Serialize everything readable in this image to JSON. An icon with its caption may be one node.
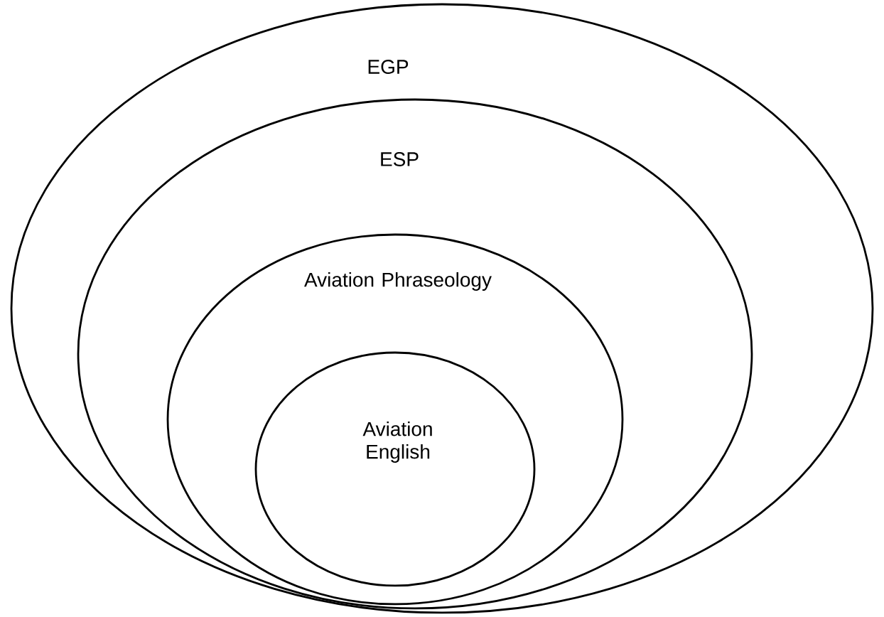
{
  "diagram": {
    "nodes": [
      {
        "text": [
          "EGP"
        ]
      },
      {
        "text": [
          "ESP"
        ],
        "in": 0
      },
      {
        "text": [
          "Aviation Phraseology"
        ],
        "in": 1
      },
      {
        "text": [
          "Aviation English"
        ],
        "in": 2
      }
    ]
  }
}
